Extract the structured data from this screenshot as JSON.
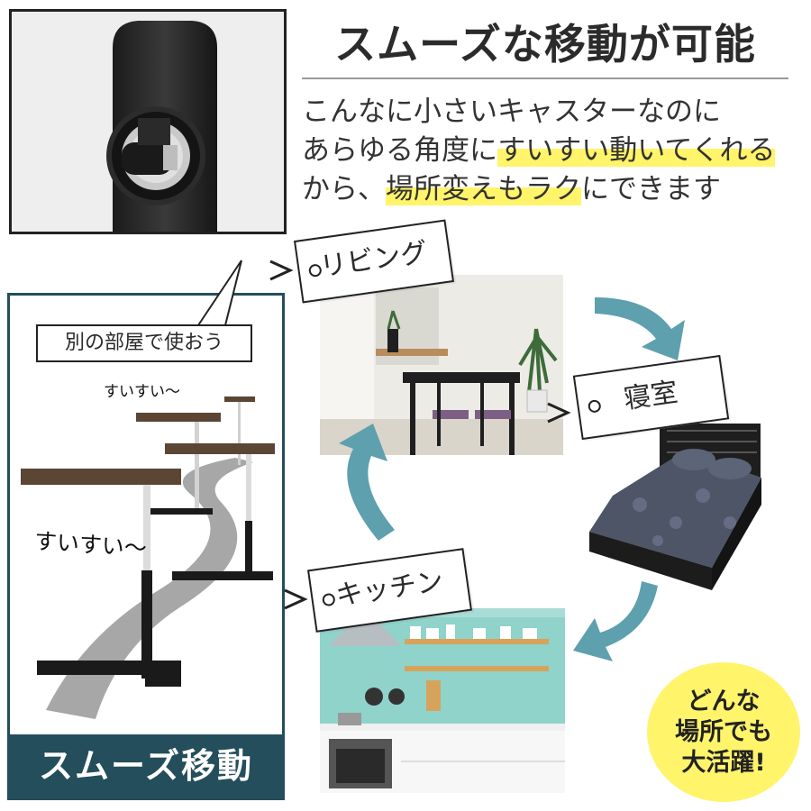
{
  "title": "スムーズな移動が可能",
  "description": {
    "line1": "こんなに小さいキャスターなのに",
    "line2_pre": "あらゆる角度に",
    "line2_hl": "すいすい動いてくれる",
    "line3_pre": "から、",
    "line3_hl": "場所変えもラク",
    "line3_post": "にできます"
  },
  "panel": {
    "bubble": "別の部屋で使おう",
    "scribble_small": "すいすい〜",
    "scribble_large": "すいすい〜",
    "label": "スムーズ移動"
  },
  "tags": {
    "living": "リビング",
    "bedroom": "寝室",
    "kitchen": "キッチン"
  },
  "badge": {
    "line1": "どんな",
    "line2": "場所でも",
    "line3": "大活躍!"
  },
  "colors": {
    "panel": "#244e5b",
    "arrow": "#5ea0ad",
    "highlight": "#fff46a",
    "kitchen_wall": "#8fd3cb"
  }
}
